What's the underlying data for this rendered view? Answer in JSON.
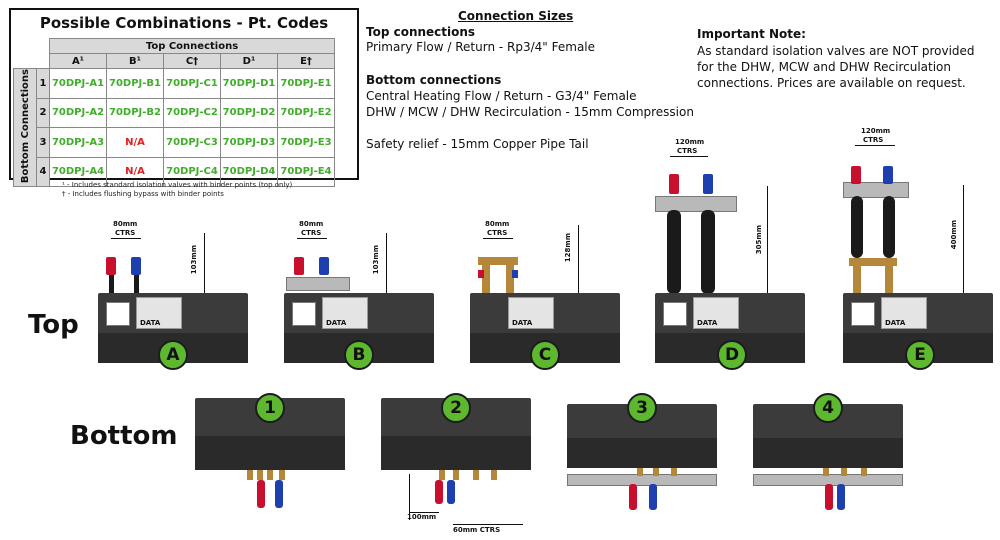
{
  "combinations": {
    "title": "Possible Combinations - Pt. Codes",
    "top_label": "Top Connections",
    "side_label": "Bottom Connections",
    "columns": [
      "A¹",
      "B¹",
      "C†",
      "D¹",
      "E†"
    ],
    "rows": [
      {
        "num": "1",
        "cells": [
          "70DPJ-A1",
          "70DPJ-B1",
          "70DPJ-C1",
          "70DPJ-D1",
          "70DPJ-E1"
        ]
      },
      {
        "num": "2",
        "cells": [
          "70DPJ-A2",
          "70DPJ-B2",
          "70DPJ-C2",
          "70DPJ-D2",
          "70DPJ-E2"
        ]
      },
      {
        "num": "3",
        "cells": [
          "70DPJ-A3",
          "N/A",
          "70DPJ-C3",
          "70DPJ-D3",
          "70DPJ-E3"
        ]
      },
      {
        "num": "4",
        "cells": [
          "70DPJ-A4",
          "N/A",
          "70DPJ-C4",
          "70DPJ-D4",
          "70DPJ-E4"
        ]
      }
    ],
    "footnote1": "¹ - Includes standard isolation valves with binder points (top only)",
    "footnote2": "† - Includes flushing bypass with binder points"
  },
  "connection_sizes": {
    "title": "Connection Sizes",
    "top_heading": "Top connections",
    "top_line1": "Primary Flow / Return - Rp3/4\" Female",
    "bottom_heading": "Bottom connections",
    "bottom_line1": "Central Heating Flow / Return - G3/4\" Female",
    "bottom_line2": "DHW / MCW / DHW Recirculation - 15mm Compression",
    "safety": "Safety relief - 15mm Copper Pipe Tail"
  },
  "note": {
    "heading": "Important Note:",
    "body": "As standard isolation valves are NOT provided for the DHW, MCW and DHW Recirculation connections. Prices are available on request."
  },
  "top": {
    "label": "Top",
    "units": [
      {
        "badge": "A",
        "ctrs": "80mm",
        "ctrs2": "CTRS",
        "height": "103mm"
      },
      {
        "badge": "B",
        "ctrs": "80mm",
        "ctrs2": "CTRS",
        "height": "103mm"
      },
      {
        "badge": "C",
        "ctrs": "80mm",
        "ctrs2": "CTRS",
        "height": "128mm"
      },
      {
        "badge": "D",
        "ctrs": "120mm",
        "ctrs2": "CTRS",
        "height": "305mm"
      },
      {
        "badge": "E",
        "ctrs": "120mm",
        "ctrs2": "CTRS",
        "height": "400mm"
      }
    ],
    "data_label": "DATA"
  },
  "bottom": {
    "label": "Bottom",
    "units": [
      {
        "badge": "1"
      },
      {
        "badge": "2"
      },
      {
        "badge": "3"
      },
      {
        "badge": "4"
      }
    ],
    "dim_100": "100mm",
    "dim_60": "60mm CTRS"
  }
}
